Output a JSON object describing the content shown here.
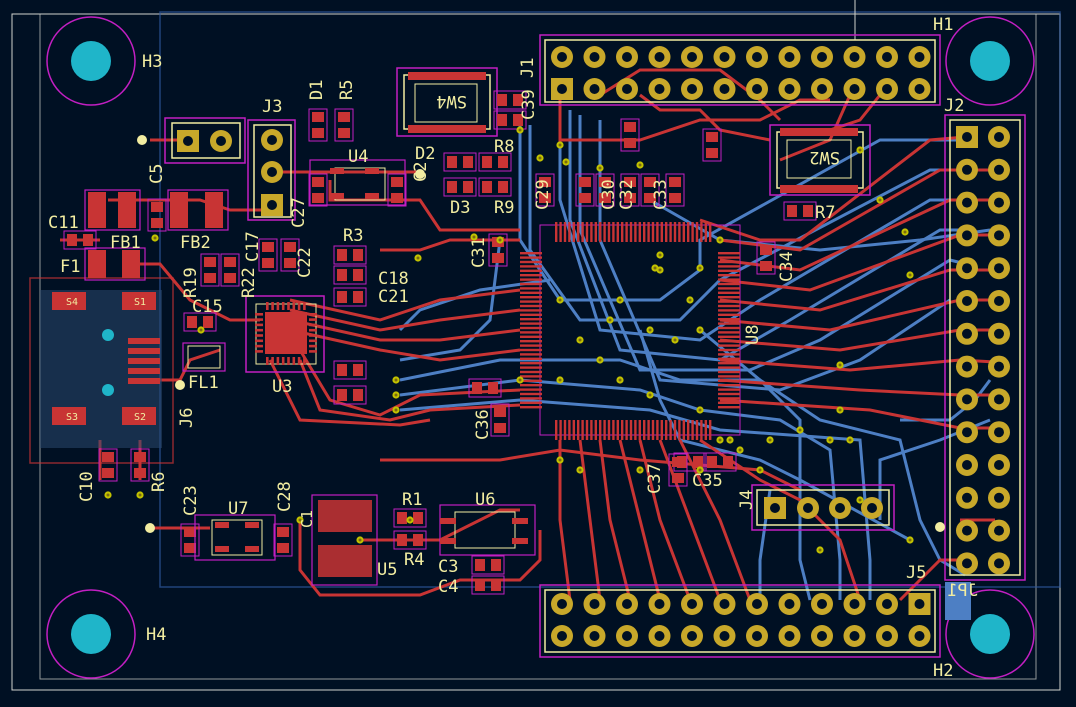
{
  "colors": {
    "background": "#001023",
    "copper_front": "#c83434",
    "copper_back": "#4d7fc4",
    "silkscreen": "#f2eda1",
    "courtyard": "#c21fc2",
    "pad": "#c8a82a",
    "drill": "#1fb5c9",
    "edge_cuts": "#d0d2cd",
    "via": "#c2c200"
  },
  "designators": {
    "H1": "H1",
    "H2": "H2",
    "H3": "H3",
    "H4": "H4",
    "J1": "J1",
    "J2": "J2",
    "J3": "J3",
    "J4": "J4",
    "J5": "J5",
    "J6": "J6",
    "JP1": "JP1",
    "SW2": "SW2",
    "SW4": "SW4",
    "U3": "U3",
    "U4": "U4",
    "U5": "U5",
    "U6": "U6",
    "U7": "U7",
    "U8": "U8",
    "D1": "D1",
    "D2": "D2",
    "D3": "D3",
    "R1": "R1",
    "R3": "R3",
    "R4": "R4",
    "R5": "R5",
    "R6": "R6",
    "R7": "R7",
    "R8": "R8",
    "R9": "R9",
    "R19": "R19",
    "R22": "R22",
    "F1": "F1",
    "FB1": "FB1",
    "FB2": "FB2",
    "FL1": "FL1",
    "C1": "C1",
    "C2": "C2",
    "C3": "C3",
    "C4": "C4",
    "C5": "C5",
    "C10": "C10",
    "C11": "C11",
    "C15": "C15",
    "C17": "C17",
    "C18": "C18",
    "C21": "C21",
    "C22": "C22",
    "C23": "C23",
    "C27": "C27",
    "C28": "C28",
    "C29": "C29",
    "C30": "C30",
    "C31": "C31",
    "C32": "C32",
    "C33": "C33",
    "C34": "C34",
    "C35": "C35",
    "C36": "C36",
    "C37": "C37",
    "C39": "C39",
    "S1": "S1",
    "S2": "S2",
    "S3": "S3",
    "S4": "S4"
  }
}
